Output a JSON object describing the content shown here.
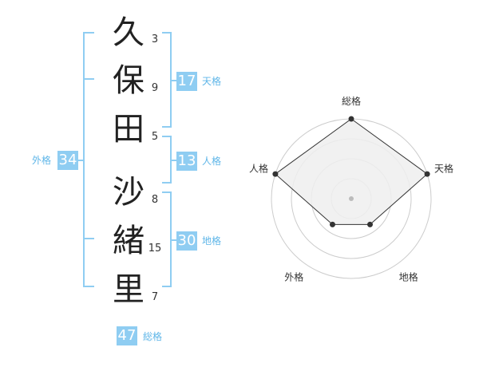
{
  "name_chars": [
    {
      "char": "久",
      "strokes": "3"
    },
    {
      "char": "保",
      "strokes": "9"
    },
    {
      "char": "田",
      "strokes": "5"
    },
    {
      "char": "沙",
      "strokes": "8"
    },
    {
      "char": "緒",
      "strokes": "15"
    },
    {
      "char": "里",
      "strokes": "7"
    }
  ],
  "kakusu": {
    "tenkaku": {
      "value": "17",
      "label": "天格"
    },
    "jinkaku": {
      "value": "13",
      "label": "人格"
    },
    "chikaku": {
      "value": "30",
      "label": "地格"
    },
    "gaikaku": {
      "value": "34",
      "label": "外格"
    },
    "soukaku": {
      "value": "47",
      "label": "総格"
    }
  },
  "colors": {
    "accent": "#8fcdf2",
    "label_text": "#5fb6e8",
    "polygon_fill": "#eeeeee",
    "ring": "#cccccc"
  },
  "chart_data": {
    "type": "radar",
    "axes": [
      "総格",
      "天格",
      "地格",
      "外格",
      "人格"
    ],
    "scale": [
      0,
      5
    ],
    "rings": 4,
    "values": [
      5,
      5,
      2,
      2,
      5
    ]
  }
}
